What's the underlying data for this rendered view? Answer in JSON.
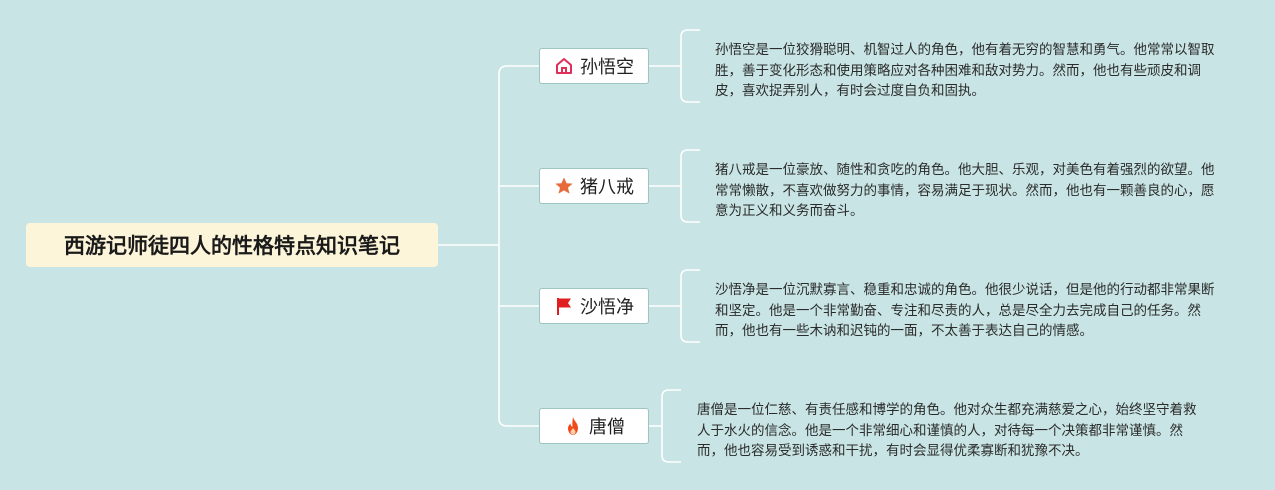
{
  "root": {
    "title": "西游记师徒四人的性格特点知识笔记"
  },
  "branches": [
    {
      "name": "孙悟空",
      "icon": "house-icon",
      "icon_color": "#e0305a",
      "description": "孙悟空是一位狡猾聪明、机智过人的角色，他有着无穷的智慧和勇气。他常常以智取胜，善于变化形态和使用策略应对各种困难和敌对势力。然而，他也有些顽皮和调皮，喜欢捉弄别人，有时会过度自负和固执。"
    },
    {
      "name": "猪八戒",
      "icon": "star-icon",
      "icon_color": "#e86a3a",
      "description": "猪八戒是一位豪放、随性和贪吃的角色。他大胆、乐观，对美色有着强烈的欲望。他常常懒散，不喜欢做努力的事情，容易满足于现状。然而，他也有一颗善良的心，愿意为正义和义务而奋斗。"
    },
    {
      "name": "沙悟净",
      "icon": "flag-icon",
      "icon_color": "#e02020",
      "description": "沙悟净是一位沉默寡言、稳重和忠诚的角色。他很少说话，但是他的行动都非常果断和坚定。他是一个非常勤奋、专注和尽责的人，总是尽全力去完成自己的任务。然而，他也有一些木讷和迟钝的一面，不太善于表达自己的情感。"
    },
    {
      "name": "唐僧",
      "icon": "fire-icon",
      "icon_color": "#f04a1a",
      "description": "唐僧是一位仁慈、有责任感和博学的角色。他对众生都充满慈爱之心，始终坚守着救人于水火的信念。他是一个非常细心和谨慎的人，对待每一个决策都非常谨慎。然而，他也容易受到诱惑和干扰，有时会显得优柔寡断和犹豫不决。"
    }
  ],
  "colors": {
    "background": "#c8e4e4",
    "root_fill": "#fdf5d9",
    "line": "#ffffff"
  }
}
